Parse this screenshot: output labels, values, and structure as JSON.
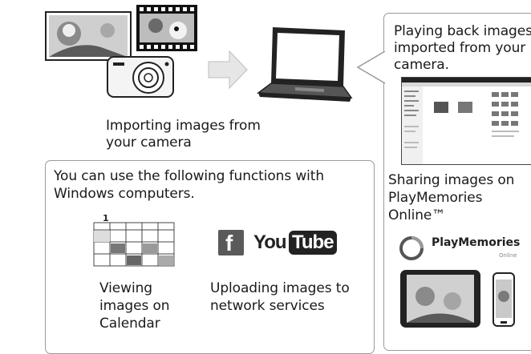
{
  "import_section": {
    "caption": "Importing images from your camera"
  },
  "windows_box": {
    "heading": "You can use the following functions with Windows computers.",
    "calendar_number": "1",
    "calendar_caption": "Viewing images on Calendar",
    "upload_caption": "Uploading images to network services",
    "facebook_letter": "f",
    "youtube_you": "You",
    "youtube_tube": "Tube"
  },
  "callout_box": {
    "playback_text": "Playing back images imported from your camera.",
    "sharing_text": "Sharing images on PlayMemories Online™",
    "brand_name": "PlayMemories",
    "brand_sub": "Online"
  },
  "icons": [
    "photo-stack-icon",
    "film-strip-icon",
    "camera-icon",
    "arrow-right-icon",
    "laptop-icon",
    "calendar-icon",
    "facebook-icon",
    "youtube-logo",
    "playmemories-logo",
    "tablet-icon",
    "phone-icon"
  ]
}
